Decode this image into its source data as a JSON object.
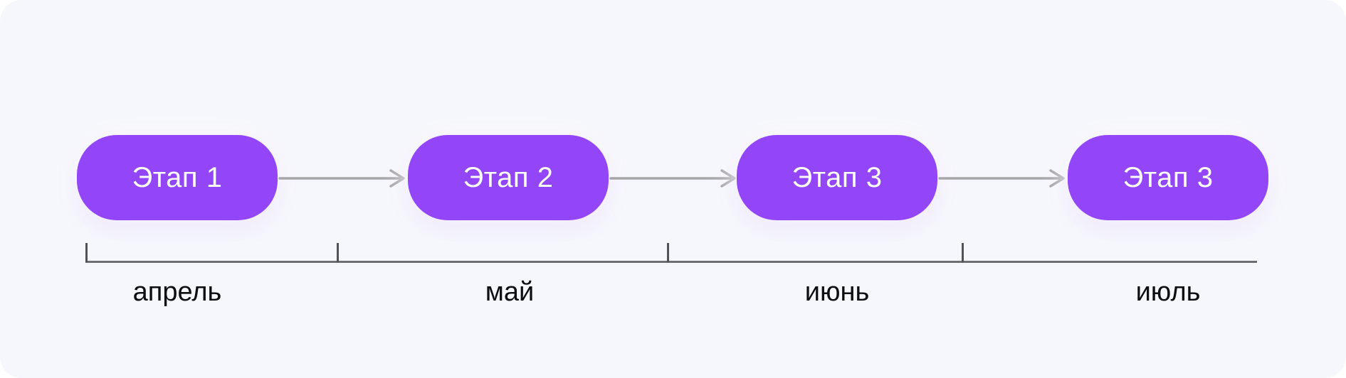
{
  "diagram": {
    "type": "timeline-flow",
    "stages": [
      {
        "label": "Этап 1",
        "month": "апрель"
      },
      {
        "label": "Этап 2",
        "month": "май"
      },
      {
        "label": "Этап 3",
        "month": "июнь"
      },
      {
        "label": "Этап 3",
        "month": "июль"
      }
    ],
    "colors": {
      "canvas_background": "#F6F7FC",
      "stage_fill": "#9246F7",
      "stage_text": "#FFFFFF",
      "arrow": "#A6A6A8",
      "timeline_line": "#6E6E70",
      "timeline_tick": "#525254",
      "month_text": "#0E0E10"
    }
  }
}
